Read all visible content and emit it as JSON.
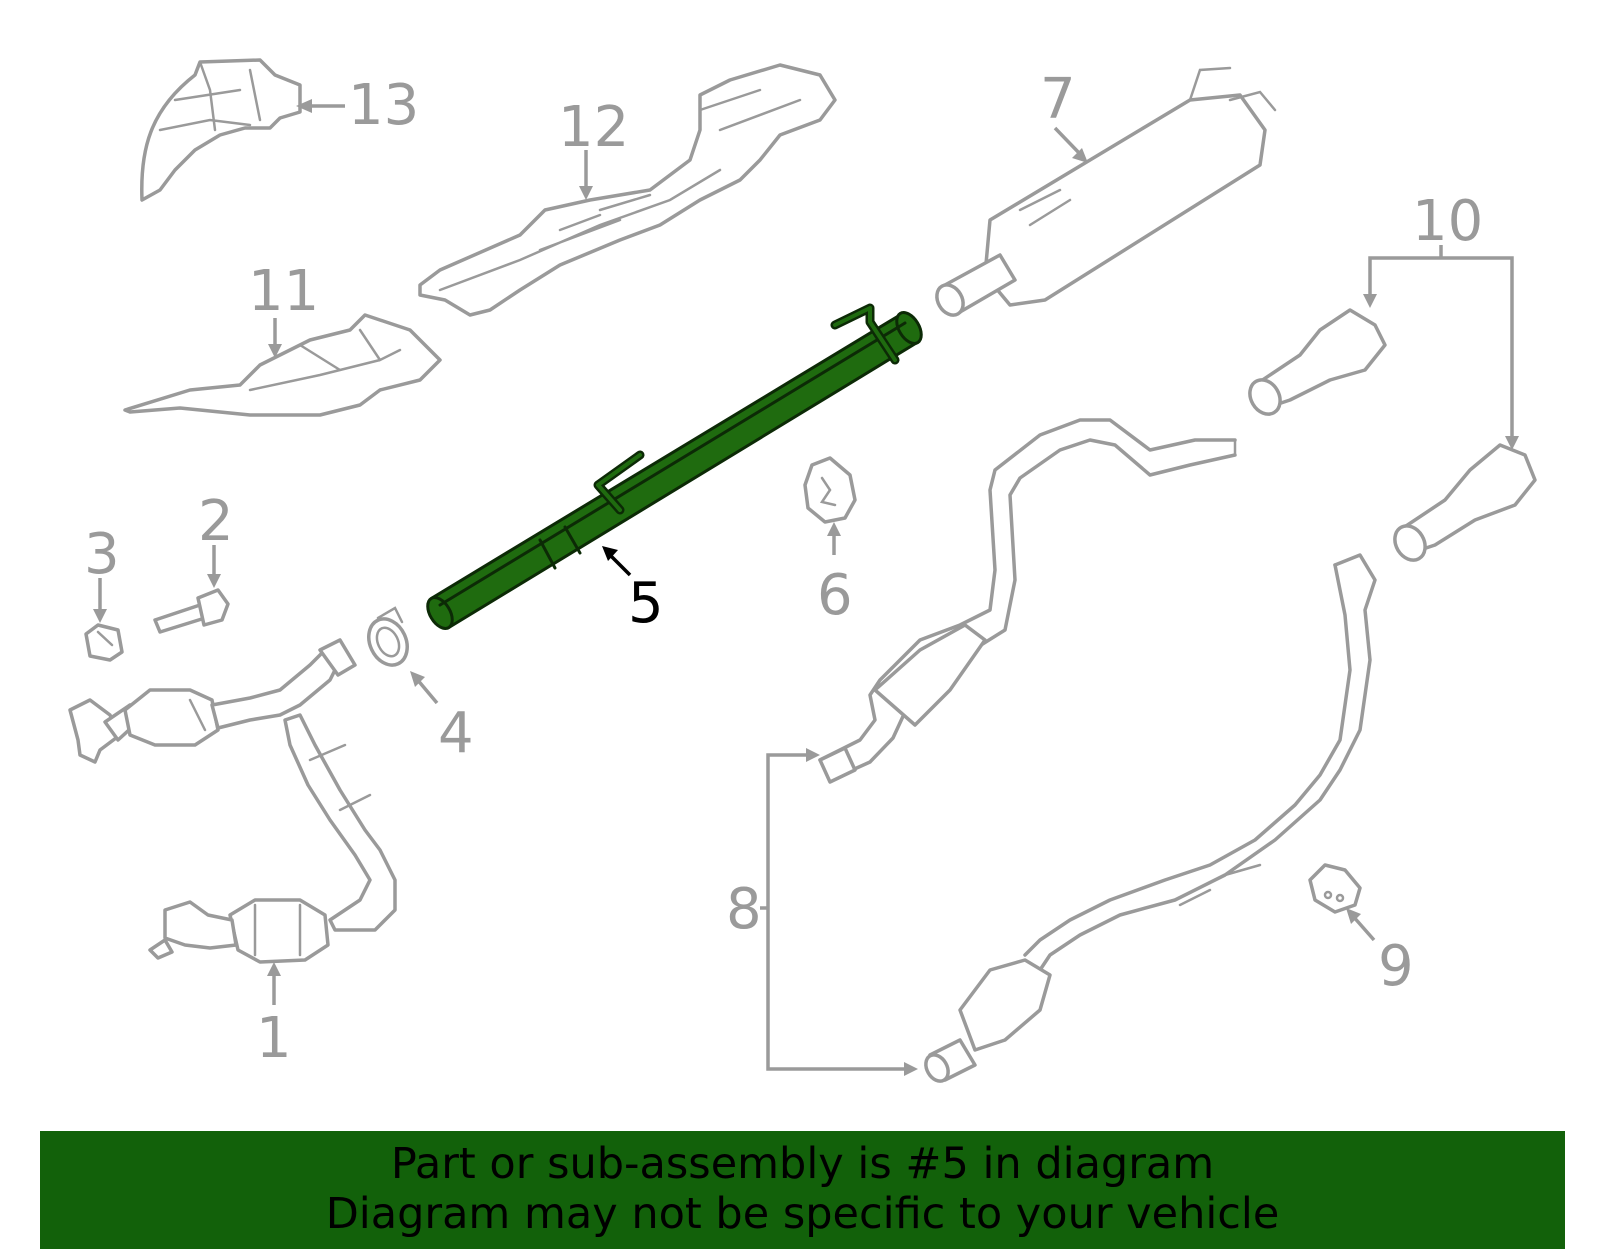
{
  "highlighted_part": "5",
  "colors": {
    "highlight": "#1f6b0f",
    "banner": "#12610a",
    "parts": "#9a9a9a"
  },
  "callouts": {
    "c1": "1",
    "c2": "2",
    "c3": "3",
    "c4": "4",
    "c5": "5",
    "c6": "6",
    "c7": "7",
    "c8": "8",
    "c9": "9",
    "c10": "10",
    "c11": "11",
    "c12": "12",
    "c13": "13"
  },
  "banner": {
    "line1": "Part or sub-assembly is #5 in diagram",
    "line2": "Diagram may not be specific to your vehicle"
  }
}
